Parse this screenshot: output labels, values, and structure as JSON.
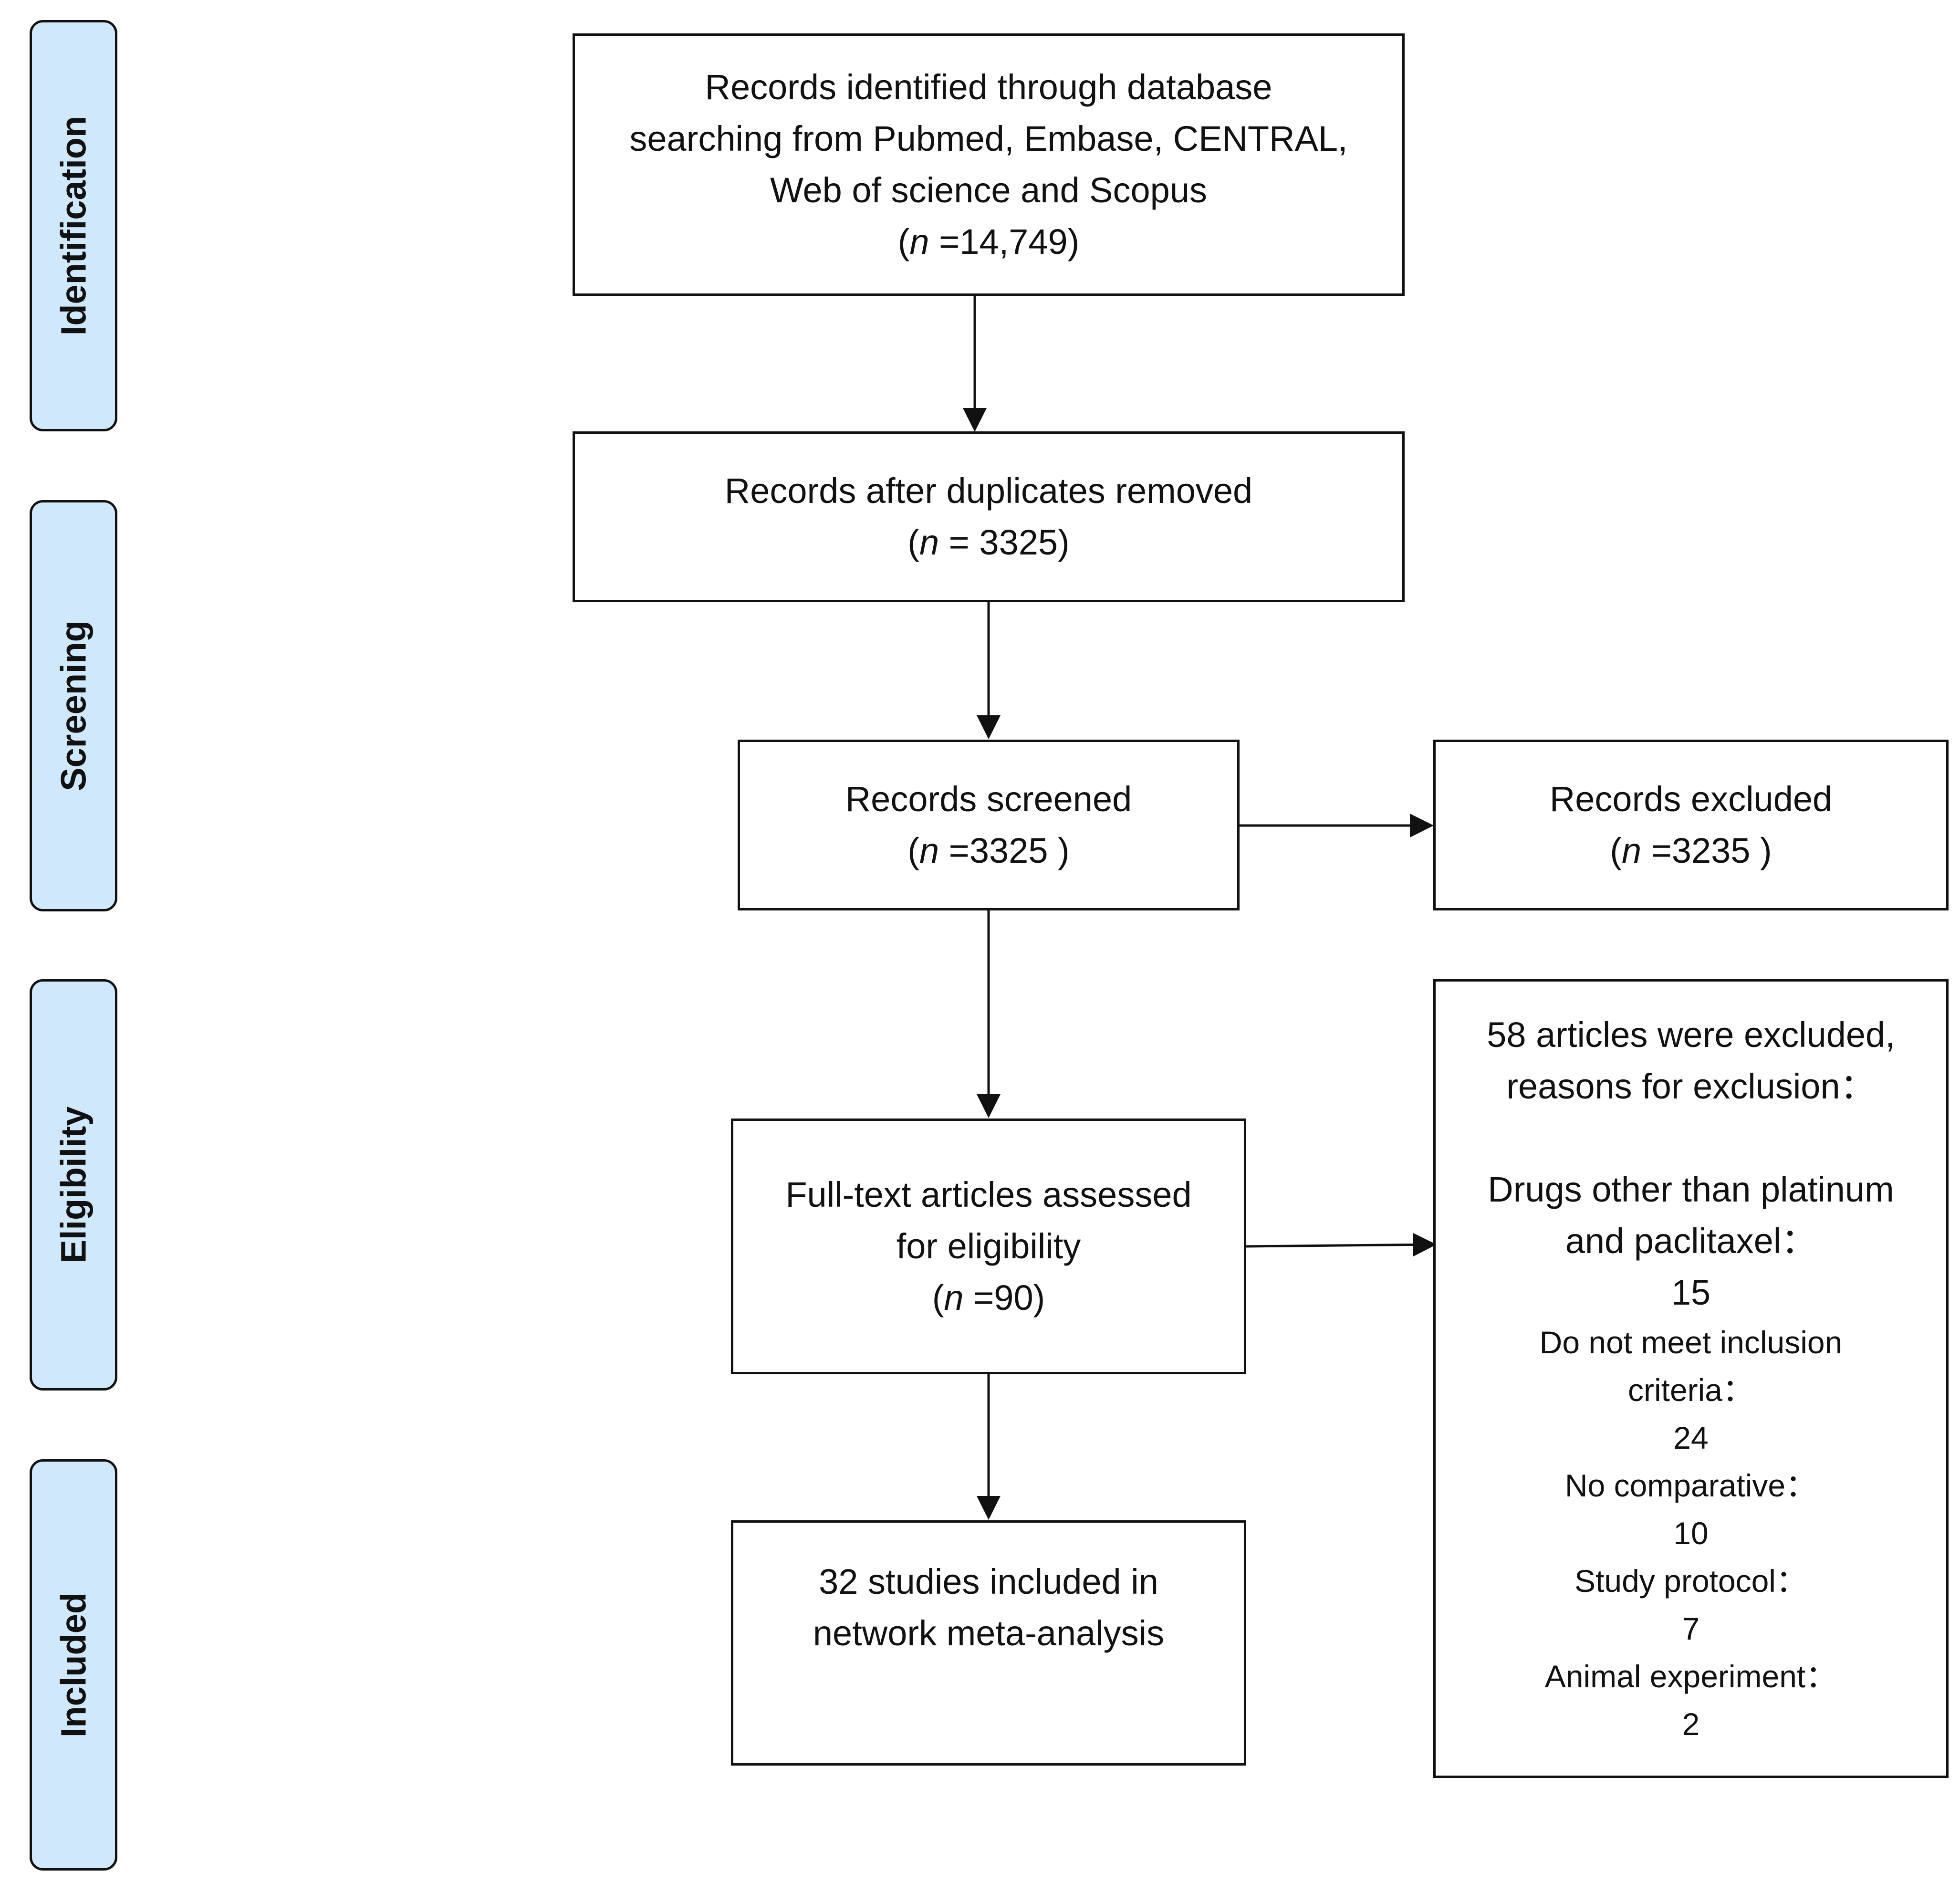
{
  "stages": [
    {
      "label": "Identification"
    },
    {
      "label": "Screening"
    },
    {
      "label": "Eligibility"
    },
    {
      "label": "Included"
    }
  ],
  "boxes": {
    "identified": {
      "lines": [
        "Records identified through database",
        "searching from Pubmed, Embase, CENTRAL,",
        "Web of science and Scopus"
      ],
      "n_prefix": "(",
      "n_symbol": "n",
      "n_value": " =14,749)"
    },
    "duplicates_removed": {
      "line": "Records after duplicates removed",
      "n_prefix": "(",
      "n_symbol": "n",
      "n_value": " = 3325)"
    },
    "screened": {
      "line": "Records screened",
      "n_prefix": "(",
      "n_symbol": "n",
      "n_value": " =3325 )"
    },
    "excluded": {
      "line": "Records excluded",
      "n_prefix": "(",
      "n_symbol": "n",
      "n_value": " =3235 )"
    },
    "fulltext": {
      "lines": [
        "Full-text articles assessed",
        "for eligibility"
      ],
      "n_prefix": "(",
      "n_symbol": "n",
      "n_value": " =90)"
    },
    "included": {
      "lines": [
        "32 studies included in",
        "network meta-analysis"
      ]
    },
    "fulltext_excluded": {
      "header": [
        "58 articles were excluded,",
        "reasons for exclusion："
      ],
      "reason1": [
        "Drugs other than platinum",
        "and paclitaxel：",
        "15"
      ],
      "reasons_small": [
        "Do not meet inclusion",
        "criteria：",
        "24",
        "No comparative：",
        "10",
        "Study protocol：",
        "7",
        "Animal experiment：",
        "2"
      ]
    }
  }
}
